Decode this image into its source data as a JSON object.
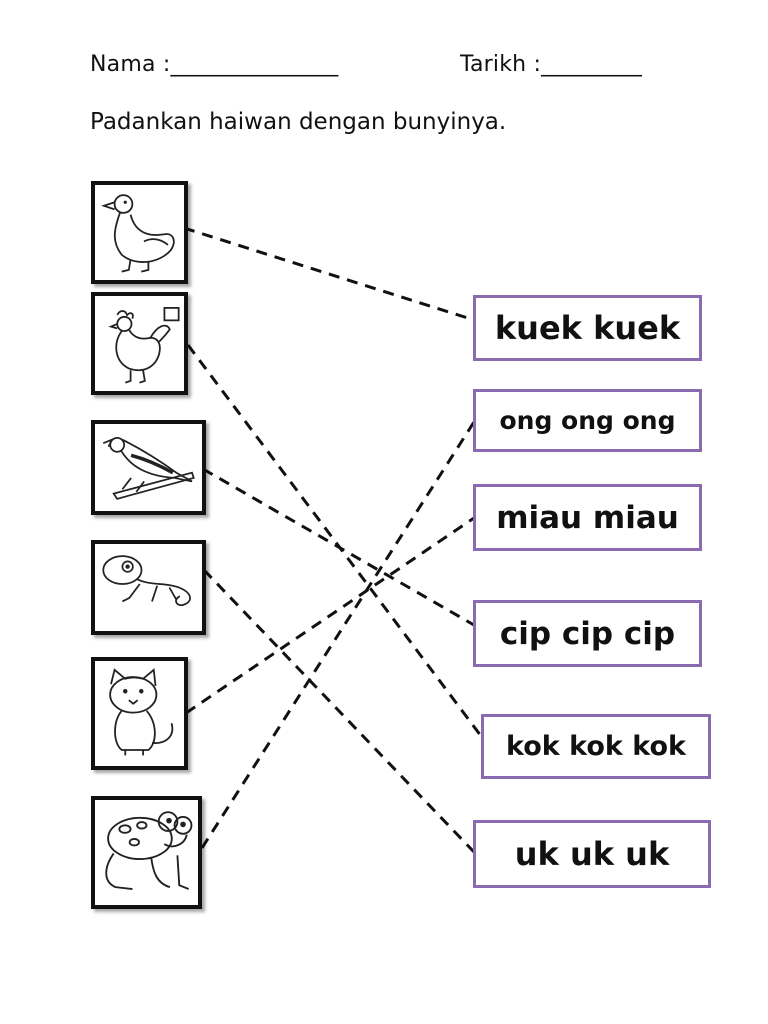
{
  "header": {
    "name_label": "Nama :_______________",
    "date_label": "Tarikh :_________"
  },
  "instruction": "Padankan haiwan dengan bunyinya.",
  "animals": [
    {
      "icon": "duck-icon"
    },
    {
      "icon": "rooster-icon"
    },
    {
      "icon": "bird-icon"
    },
    {
      "icon": "gecko-icon"
    },
    {
      "icon": "cat-icon"
    },
    {
      "icon": "frog-icon"
    }
  ],
  "sounds": [
    {
      "text": "kuek kuek"
    },
    {
      "text": "ong ong ong"
    },
    {
      "text": "miau miau"
    },
    {
      "text": "cip cip cip"
    },
    {
      "text": "kok kok kok"
    },
    {
      "text": "uk uk uk"
    }
  ],
  "matches": [
    {
      "animal": 0,
      "sound": 0
    },
    {
      "animal": 1,
      "sound": 4
    },
    {
      "animal": 2,
      "sound": 3
    },
    {
      "animal": 3,
      "sound": 5
    },
    {
      "animal": 4,
      "sound": 2
    },
    {
      "animal": 5,
      "sound": 1
    }
  ],
  "colors": {
    "box_border": "#8a6bb0",
    "line": "#111111"
  }
}
